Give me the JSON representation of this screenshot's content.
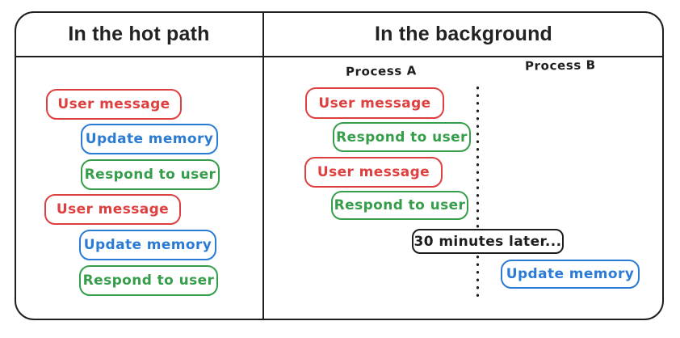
{
  "panels": {
    "hot_path": {
      "title": "In the hot path",
      "steps": [
        {
          "label": "User message",
          "color": "red"
        },
        {
          "label": "Update memory",
          "color": "blue"
        },
        {
          "label": "Respond to user",
          "color": "green"
        },
        {
          "label": "User message",
          "color": "red"
        },
        {
          "label": "Update memory",
          "color": "blue"
        },
        {
          "label": "Respond to user",
          "color": "green"
        }
      ]
    },
    "background": {
      "title": "In the background",
      "process_a_label": "Process A",
      "process_b_label": "Process B",
      "process_a_steps": [
        {
          "label": "User message",
          "color": "red"
        },
        {
          "label": "Respond to user",
          "color": "green"
        },
        {
          "label": "User message",
          "color": "red"
        },
        {
          "label": "Respond to user",
          "color": "green"
        }
      ],
      "interlude_label": "30 minutes later...",
      "process_b_steps": [
        {
          "label": "Update memory",
          "color": "blue"
        }
      ]
    }
  },
  "colors": {
    "red": "#de3f3f",
    "blue": "#2b7bd4",
    "green": "#369e4b",
    "ink": "#1e1e1e",
    "background": "#ffffff"
  }
}
